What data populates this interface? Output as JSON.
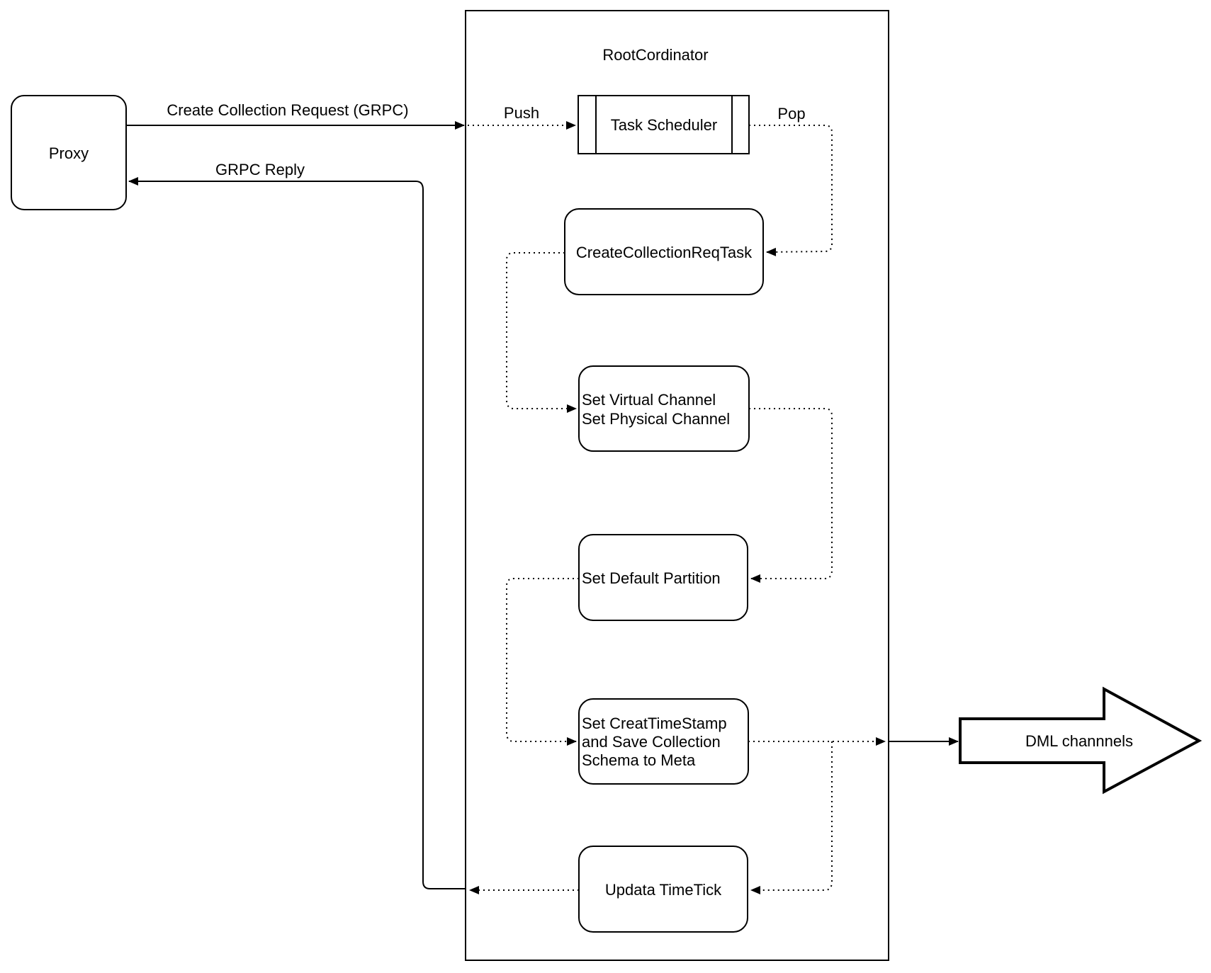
{
  "diagram": {
    "container_label": "RootCordinator",
    "nodes": {
      "proxy": {
        "label": "Proxy"
      },
      "task_scheduler": {
        "label": "Task Scheduler"
      },
      "create_collection_req_task": {
        "label": "CreateCollectionReqTask"
      },
      "set_channels": {
        "lines": [
          "Set Virtual Channel",
          "Set Physical Channel"
        ]
      },
      "set_default_partition": {
        "label": "Set Default Partition"
      },
      "set_creat_timestamp": {
        "lines": [
          "Set CreatTimeStamp",
          "and Save Collection",
          "Schema to Meta"
        ]
      },
      "updata_timetick": {
        "label": "Updata TimeTick"
      },
      "dml_channels": {
        "label": "DML channnels"
      }
    },
    "edge_labels": {
      "create_collection_request": "Create Collection Request (GRPC)",
      "grpc_reply": "GRPC Reply",
      "push": "Push",
      "pop": "Pop"
    },
    "colors": {
      "stroke": "#000000",
      "fill": "#ffffff"
    }
  }
}
